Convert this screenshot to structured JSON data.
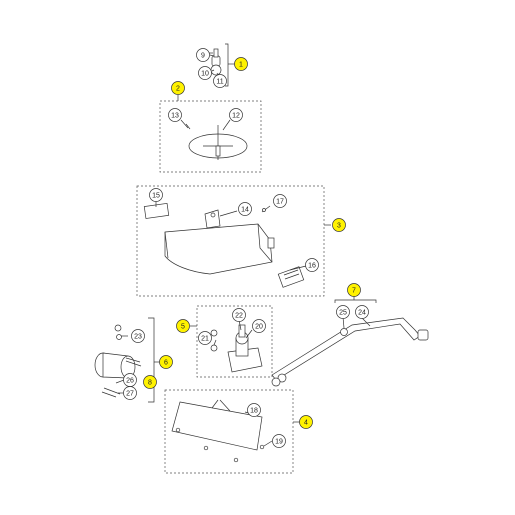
{
  "diagram": {
    "callouts": {
      "c1": "1",
      "c2": "2",
      "c3": "3",
      "c4": "4",
      "c5": "5",
      "c6": "6",
      "c7": "7",
      "c8": "8",
      "c9": "9",
      "c10": "10",
      "c11": "11",
      "c12": "12",
      "c13": "13",
      "c14": "14",
      "c15": "15",
      "c16": "16",
      "c17": "17",
      "c18": "18",
      "c19": "19",
      "c20": "20",
      "c21": "21",
      "c22": "22",
      "c23": "23",
      "c24": "24",
      "c25": "25",
      "c26": "26",
      "c27": "27"
    },
    "colors": {
      "assembly_callout_fill": "#fff200",
      "part_callout_fill": "#ffffff",
      "line": "#333333"
    }
  }
}
